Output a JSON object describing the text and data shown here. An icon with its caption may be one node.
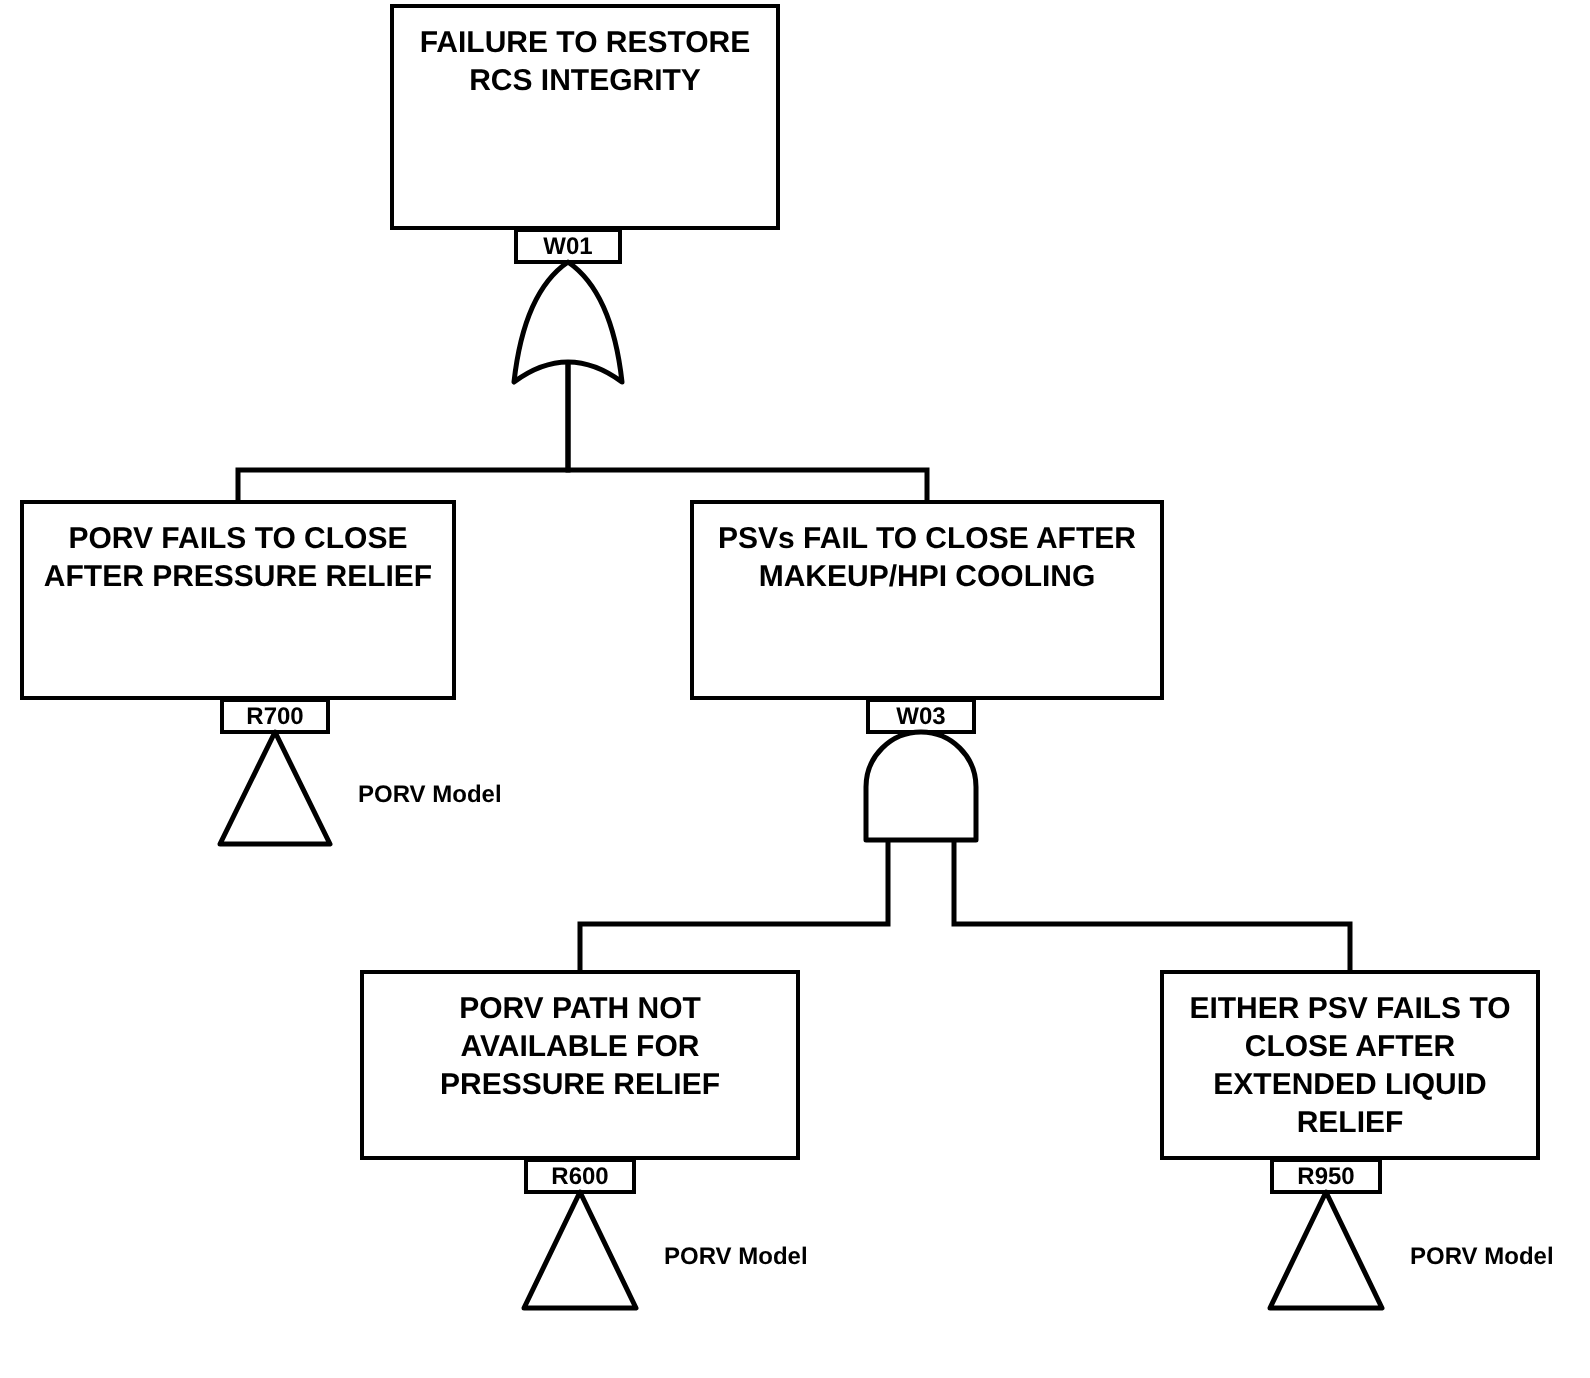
{
  "diagram": {
    "nodes": [
      {
        "text": [
          "FAILURE TO RESTORE RCS INTEGRITY"
        ]
      },
      {
        "text": [
          "W01"
        ]
      },
      {
        "text": [],
        "shape": "or-gate"
      },
      {
        "text": [
          "PORV FAILS TO CLOSE AFTER PRESSURE RELIEF"
        ]
      },
      {
        "text": [
          "R700"
        ]
      },
      {
        "text": [],
        "shape": "triangle",
        "beside": [
          "PORV Model"
        ]
      },
      {
        "text": [
          "PSVs FAIL TO CLOSE AFTER MAKEUP/HPI COOLING"
        ]
      },
      {
        "text": [
          "W03"
        ]
      },
      {
        "text": [],
        "shape": "and-gate"
      },
      {
        "text": [
          "PORV PATH NOT AVAILABLE FOR PRESSURE RELIEF"
        ]
      },
      {
        "text": [
          "R600"
        ]
      },
      {
        "text": [],
        "shape": "triangle",
        "beside": [
          "PORV Model"
        ]
      },
      {
        "text": [
          "EITHER PSV FAILS TO CLOSE AFTER EXTENDED LIQUID RELIEF"
        ]
      },
      {
        "text": [
          "R950"
        ]
      },
      {
        "text": [],
        "shape": "triangle",
        "beside": [
          "PORV Model"
        ]
      }
    ],
    "edges": [
      {
        "from": 2,
        "to": 3,
        "arrow": "none"
      },
      {
        "from": 2,
        "to": 6,
        "arrow": "none"
      },
      {
        "from": 8,
        "to": 9,
        "arrow": "none"
      },
      {
        "from": 8,
        "to": 12,
        "arrow": "none"
      }
    ]
  }
}
